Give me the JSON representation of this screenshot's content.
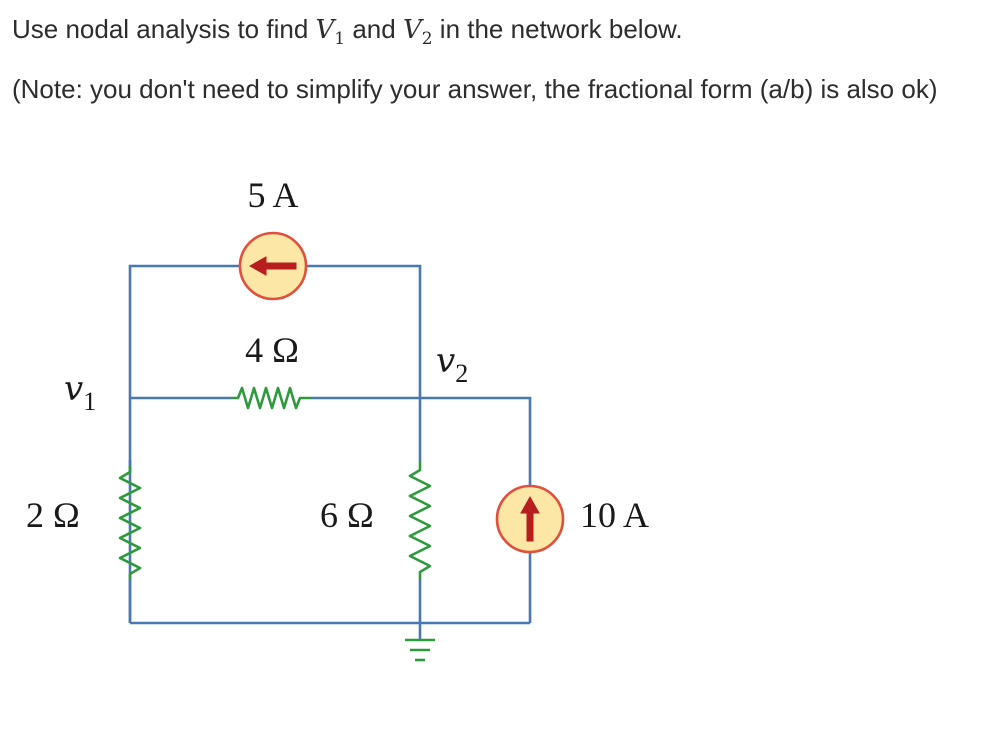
{
  "question": {
    "prefix": "Use nodal analysis to find ",
    "v1_base": "V",
    "v1_sub": "1",
    "middle": " and ",
    "v2_base": "V",
    "v2_sub": "2",
    "suffix": " in the network below.",
    "note": "(Note: you don't need to simplify your answer, the fractional form (a/b) is also ok)"
  },
  "circuit": {
    "labels": {
      "source_top": "5 A",
      "res_top": "4 Ω",
      "node1_base": "v",
      "node1_sub": "1",
      "node2_base": "v",
      "node2_sub": "2",
      "res_left": "2 Ω",
      "res_mid": "6 Ω",
      "source_right": "10 A"
    },
    "colors": {
      "wire": "#4a78b5",
      "resistor": "#2e9a3c",
      "source_fill": "#fce7a6",
      "source_outline": "#e0503c",
      "arrow": "#b81e1e"
    },
    "source_top_direction": "left",
    "source_right_direction": "up"
  }
}
